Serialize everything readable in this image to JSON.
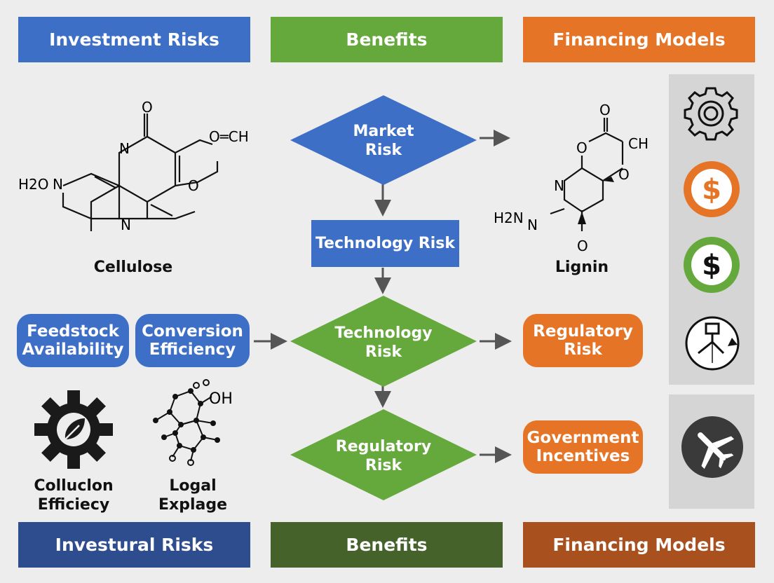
{
  "colors": {
    "blue": "#3d6fc6",
    "green": "#65a83b",
    "orange": "#e57426",
    "dark_blue": "#2d4d8f",
    "dark_green": "#45622a",
    "dark_orange": "#a9501f",
    "panel": "#d5d5d5",
    "background": "#ededed"
  },
  "header": {
    "investment_risks": "Investment Risks",
    "benefits": "Benefits",
    "financing_models": "Financing Models"
  },
  "footer": {
    "investment_risks": "Investural Risks",
    "benefits": "Benefits",
    "financing_models": "Financing Models"
  },
  "molecules": {
    "cellulose": {
      "label": "Cellulose",
      "atoms": {
        "o_top": "O",
        "n_left": "N",
        "och": "O═CH",
        "h2o": "H2O",
        "n_ring": "N",
        "n_bottom": "N",
        "o_ring": "O"
      }
    },
    "lignin": {
      "label": "Lignin",
      "atoms": {
        "o_top": "O",
        "o_left": "O",
        "ch": "CH",
        "n": "N",
        "o_right": "O",
        "h2n": "H2N",
        "n2": "N",
        "o_bottom": "O"
      }
    },
    "small": {
      "oo": "O",
      "oh": "OH"
    }
  },
  "flow": {
    "market_risk": "Market\nRisk",
    "technology_risk_box": "Technology Risk",
    "technology_risk_diamond": "Technology\nRisk",
    "regulatory_risk_diamond": "Regulatory\nRisk"
  },
  "pills": {
    "feedstock": "Feedstock\nAvailability",
    "conversion": "Conversion\nEfficiency",
    "regulatory": "Regulatory\nRisk",
    "government": "Government\nIncentives"
  },
  "bottom_left": {
    "gear_label": "Colluclon\nEfficiecy",
    "molecule_label": "Logal\nExplage"
  },
  "side_icons": [
    "gear-icon",
    "dollar-orange-icon",
    "dollar-green-icon",
    "flowchart-cycle-icon",
    "airplane-icon"
  ]
}
